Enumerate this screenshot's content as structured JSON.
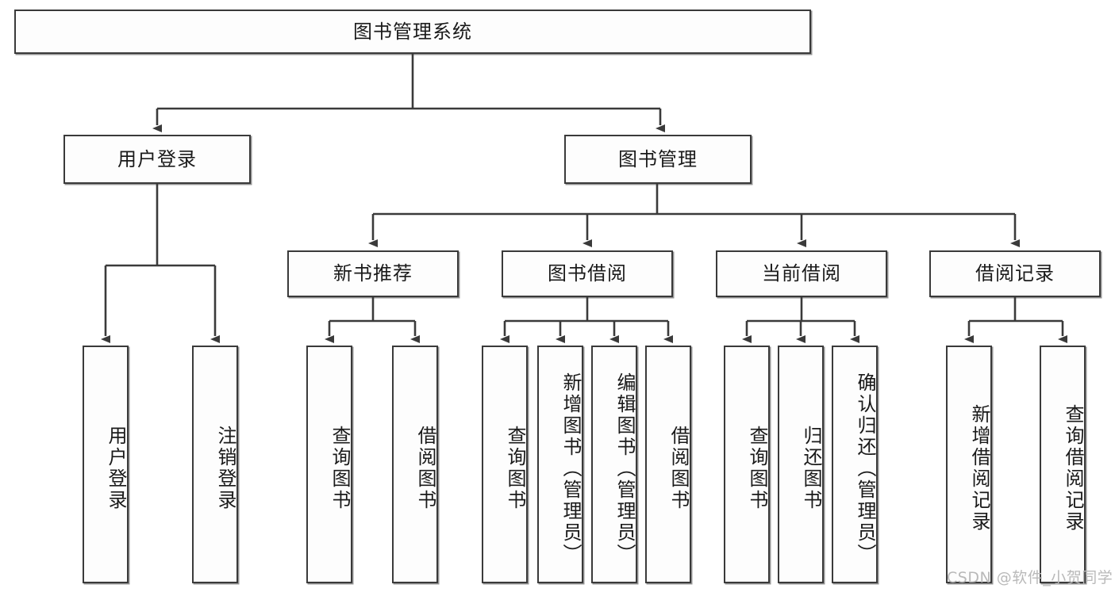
{
  "diagram": {
    "title": "图书管理系统",
    "type": "hierarchy-tree",
    "watermark": "CSDN @软件_小贺同学",
    "colors": {
      "stroke": "#3a3a3a",
      "fill": "#fdfdfd",
      "text": "#1a1a1a",
      "watermark": "#b9b9b9",
      "background": "#ffffff"
    },
    "levels": {
      "root": {
        "label": "图书管理系统"
      },
      "level2": [
        {
          "label": "用户登录"
        },
        {
          "label": "图书管理"
        }
      ],
      "level3": [
        {
          "label": "新书推荐"
        },
        {
          "label": "图书借阅"
        },
        {
          "label": "当前借阅"
        },
        {
          "label": "借阅记录"
        }
      ],
      "leaves": [
        {
          "label": "用户登录",
          "parent": "用户登录"
        },
        {
          "label": "注销登录",
          "parent": "用户登录"
        },
        {
          "label": "查询图书",
          "parent": "新书推荐"
        },
        {
          "label": "借阅图书",
          "parent": "新书推荐"
        },
        {
          "label": "查询图书",
          "parent": "图书借阅"
        },
        {
          "label": "新增图书（管理员）",
          "parent": "图书借阅"
        },
        {
          "label": "编辑图书（管理员）",
          "parent": "图书借阅"
        },
        {
          "label": "借阅图书",
          "parent": "图书借阅"
        },
        {
          "label": "查询图书",
          "parent": "当前借阅"
        },
        {
          "label": "归还图书",
          "parent": "当前借阅"
        },
        {
          "label": "确认归还（管理员）",
          "parent": "当前借阅"
        },
        {
          "label": "新增借阅记录",
          "parent": "借阅记录"
        },
        {
          "label": "查询借阅记录",
          "parent": "借阅记录"
        }
      ]
    }
  }
}
